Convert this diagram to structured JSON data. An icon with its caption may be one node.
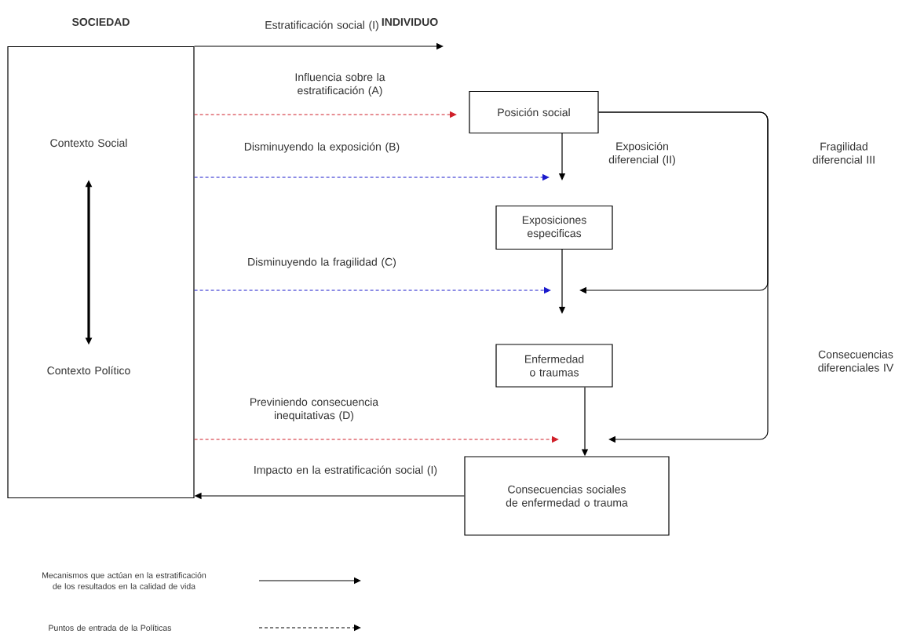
{
  "diagram": {
    "nodes": [
      {
        "text": [
          "SOCIEDAD"
        ]
      },
      {
        "text": [
          "Contexto Social"
        ],
        "in": 0
      },
      {
        "text": [
          "Contexto Político"
        ],
        "in": 0
      },
      {
        "text": [
          "Posición social"
        ]
      },
      {
        "text": [
          "Exposiciones especificas"
        ]
      },
      {
        "text": [
          "Enfermedad o traumas"
        ]
      },
      {
        "text": [
          "Consecuencias sociales de enfermedad o trauma"
        ]
      }
    ],
    "edges": [
      {
        "from": 1,
        "to": 2,
        "arrow": "both",
        "style": "thick"
      },
      {
        "from": 0,
        "to": null,
        "arrow": "to",
        "label": "Estratificación social (I)"
      },
      {
        "from": 0,
        "to": null,
        "arrow": "to",
        "label": "Influencia sobre la estratificación (A)",
        "style": "dashed",
        "color": "#d0202a"
      },
      {
        "from": 0,
        "to": null,
        "arrow": "to",
        "label": "Disminuyendo la exposición (B)",
        "style": "dashed",
        "color": "#1a1acc"
      },
      {
        "from": 3,
        "to": null,
        "arrow": "to",
        "label": "Exposición diferencial (II)"
      },
      {
        "from": 0,
        "to": null,
        "arrow": "to",
        "label": "Disminuyendo la fragilidad (C)",
        "style": "dashed",
        "color": "#1a1acc"
      },
      {
        "from": 4,
        "to": null,
        "arrow": "to"
      },
      {
        "from": 3,
        "to": null,
        "arrow": "to",
        "label": "Fragilidad diferencial III"
      },
      {
        "from": 3,
        "to": null,
        "arrow": "to",
        "label": "Consecuencias diferenciales IV"
      },
      {
        "from": 0,
        "to": null,
        "arrow": "to",
        "label": "Previniendo consecuencia inequitativas (D)",
        "style": "dashed",
        "color": "#d0202a"
      },
      {
        "from": 5,
        "to": 6,
        "arrow": "to"
      },
      {
        "from": 6,
        "to": 0,
        "arrow": "to",
        "label": "Impacto en la estratificación social (I)"
      }
    ],
    "labels": [
      "INDIVIDUO"
    ],
    "legend": [
      {
        "text": "Mecanismos que actúan en la estratificación de los resultados en la calidad de vida"
      },
      {
        "text": "Puntos de entrada de la Políticas"
      }
    ]
  }
}
